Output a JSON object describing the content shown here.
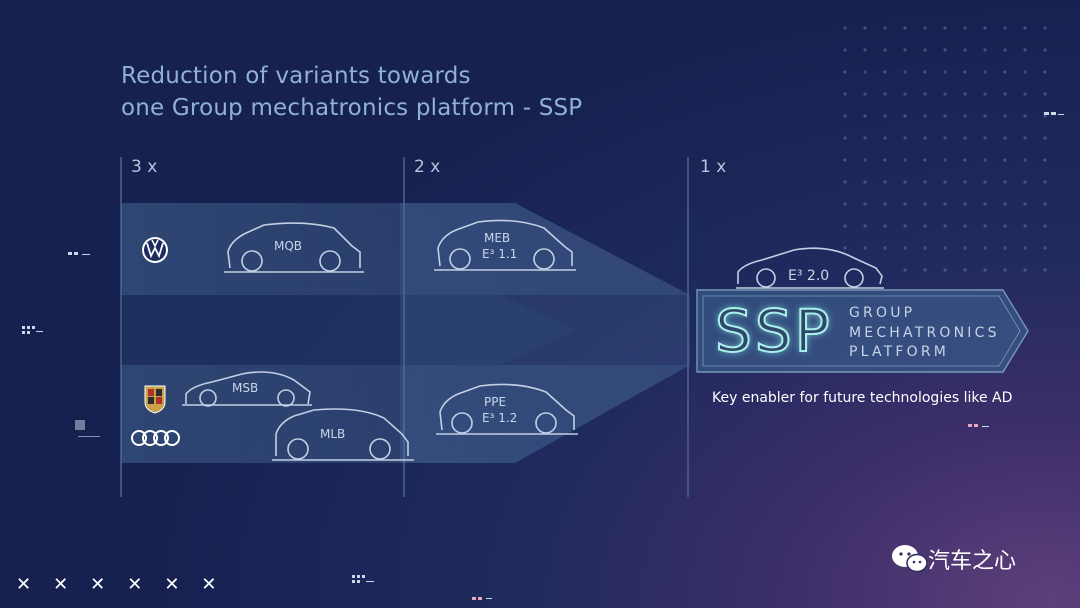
{
  "title": {
    "line1": "Reduction of variants towards",
    "line2": "one Group mechatronics platform - SSP"
  },
  "columns": [
    "3 x",
    "2 x",
    "1 x"
  ],
  "platforms_3x": [
    "MQB",
    "MSB",
    "MLB"
  ],
  "platforms_2x": [
    {
      "name": "MEB",
      "arch": "E³ 1.1"
    },
    {
      "name": "PPE",
      "arch": "E³ 1.2"
    }
  ],
  "target_car_label": "E³ 2.0",
  "ssp": {
    "abbr": "SSP",
    "line1": "GROUP",
    "line2": "MECHATRONICS",
    "line3": "PLATFORM"
  },
  "key_enabler": "Key enabler for future technologies like AD",
  "brand_icons": [
    "volkswagen-logo",
    "porsche-logo",
    "audi-logo"
  ],
  "footer_marks": "✕✕✕✕✕✕",
  "watermark": "汽车之心",
  "colors": {
    "accent_glow": "#a8f0e9",
    "band": "#3a5a86",
    "bg": "#1f2a5e"
  }
}
